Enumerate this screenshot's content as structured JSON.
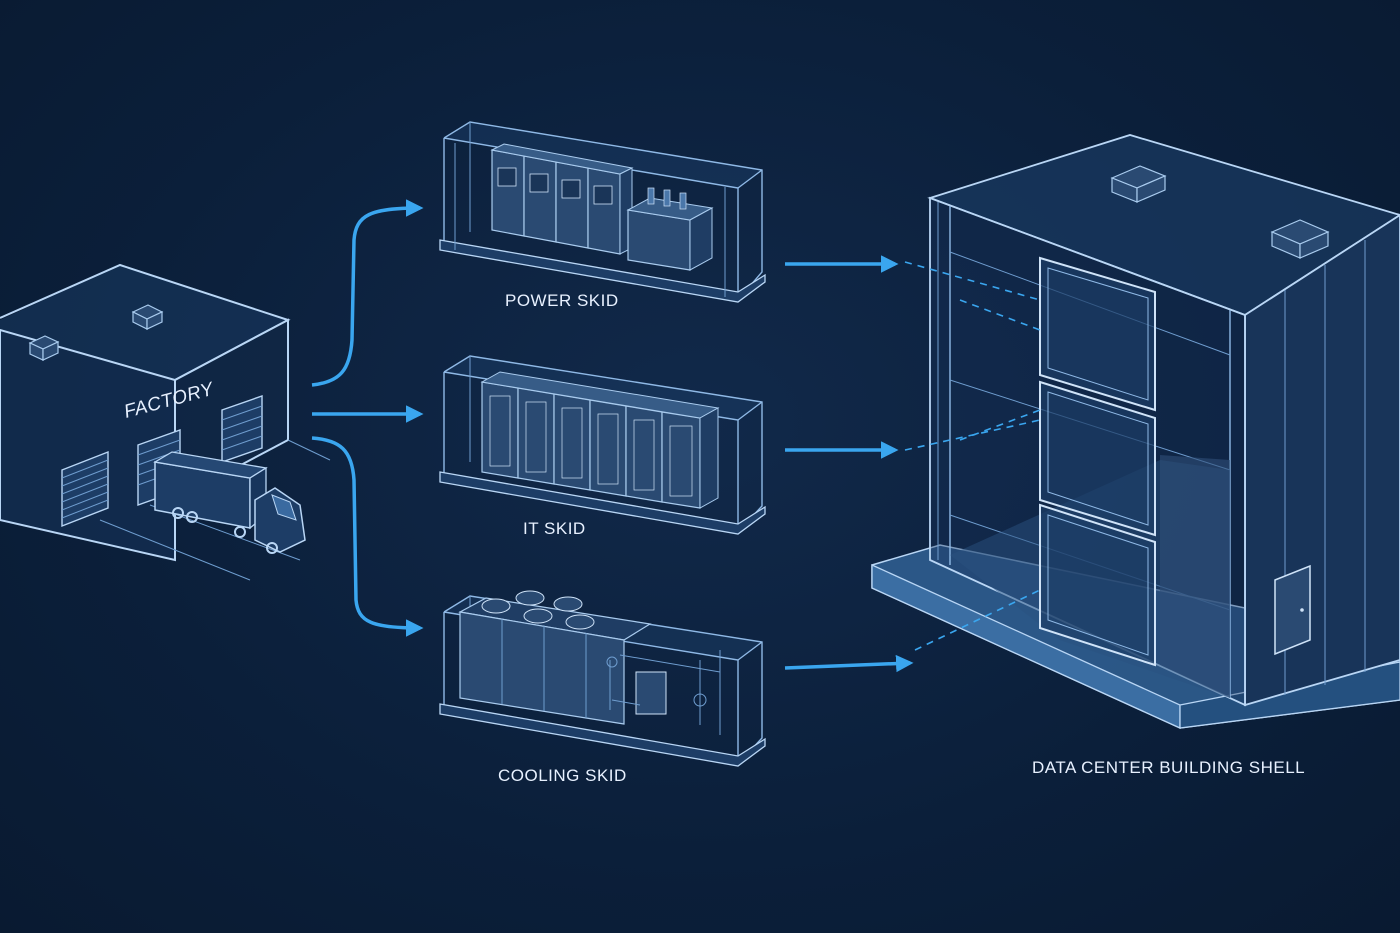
{
  "labels": {
    "factory": "FACTORY",
    "power_skid": "POWER SKID",
    "it_skid": "IT SKID",
    "cooling_skid": "COOLING SKID",
    "building": "DATA CENTER BUILDING SHELL"
  },
  "colors": {
    "background": "#0b1f3a",
    "arrow": "#3aa6ef",
    "line": "#8fb9e6",
    "text": "#e8f1ff"
  }
}
